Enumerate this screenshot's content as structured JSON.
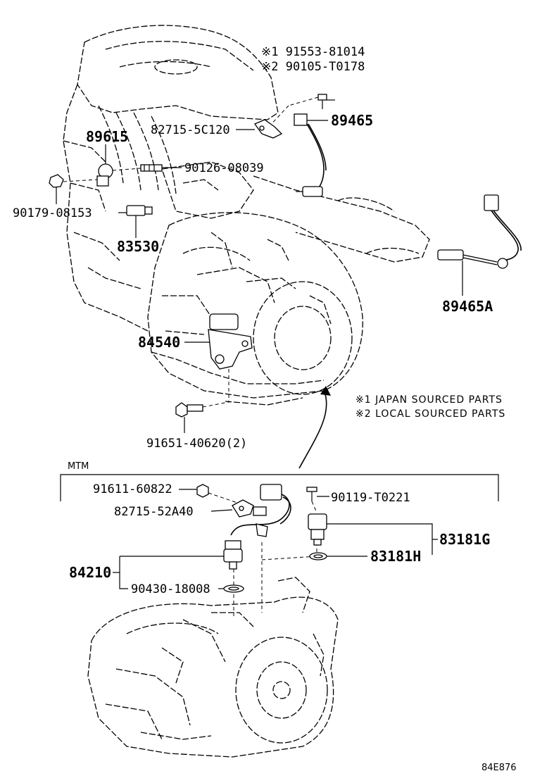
{
  "labels": {
    "p91553": "※1 91553-81014",
    "p90105": "※2 90105-T0178",
    "p89465": "89465",
    "p82715_5c120": "82715-5C120",
    "p89615": "89615",
    "p90126": "90126-08039",
    "p90179": "90179-08153",
    "p83530": "83530",
    "p89465a": "89465A",
    "p84540": "84540",
    "p91651": "91651-40620(2)",
    "p91611": "91611-60822",
    "p82715_52a40": "82715-52A40",
    "p90119": "90119-T0221",
    "p83181g": "83181G",
    "p83181h": "83181H",
    "p84210": "84210",
    "p90430": "90430-18008"
  },
  "notes": {
    "japan": "※1 JAPAN SOURCED PARTS",
    "local": "※2 LOCAL SOURCED PARTS"
  },
  "section": {
    "mtm": "MTM"
  },
  "footer": {
    "code": "84E876"
  }
}
